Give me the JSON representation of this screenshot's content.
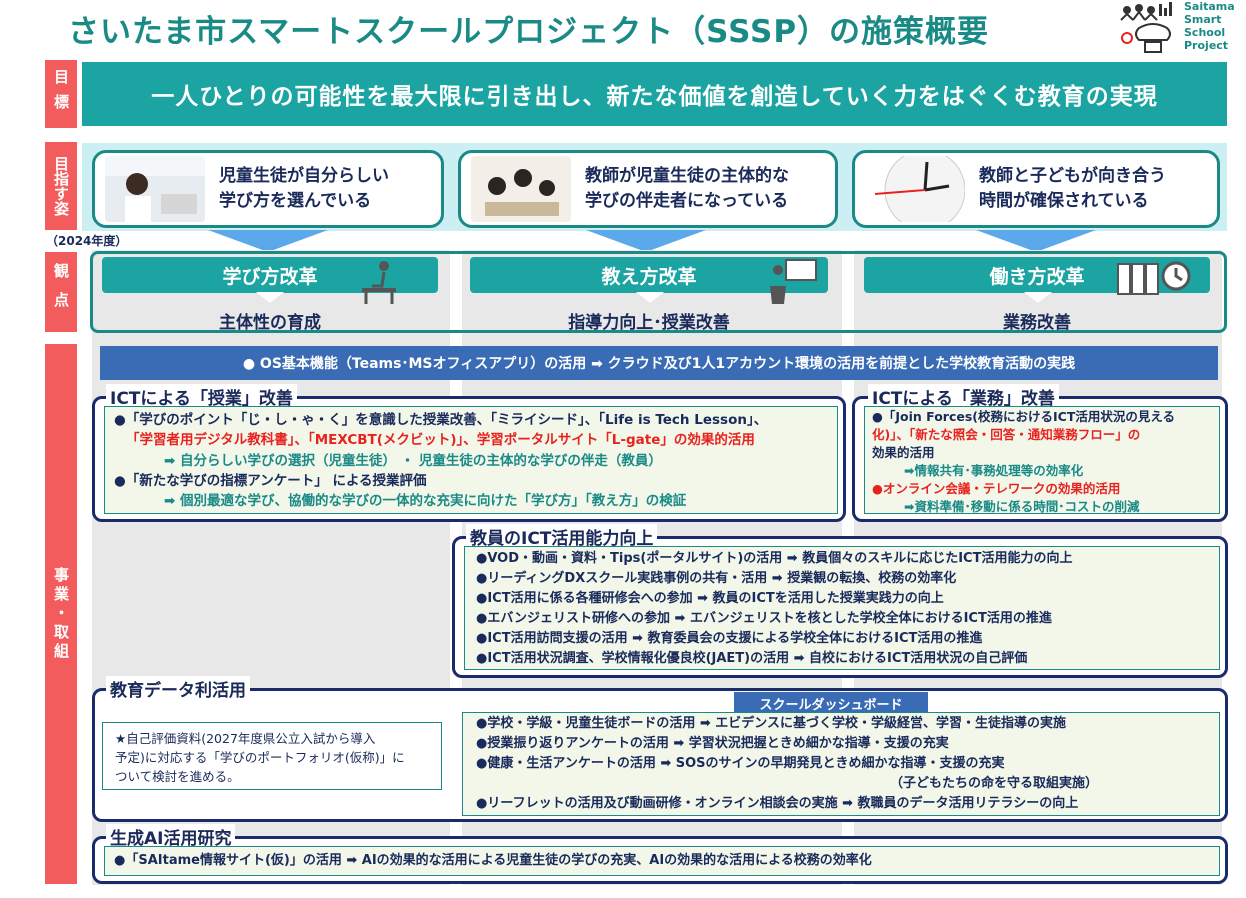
{
  "title": "さいたま市スマートスクールプロジェクト（SSSP）の施策概要",
  "logo": {
    "lines": [
      "Saitama",
      "Smart",
      "School",
      "Project"
    ]
  },
  "tabs": {
    "goal": "目標",
    "vision": "目指す姿",
    "viewpoint": "観点",
    "measures": "事業・取組"
  },
  "goal_text": "一人ひとりの可能性を最大限に引き出し、新たな価値を創造していく力をはぐくむ教育の実現",
  "visions": [
    {
      "line1": "児童生徒が自分らしい",
      "line2": "学び方を選んでいる"
    },
    {
      "line1": "教師が児童生徒の主体的な",
      "line2": "学びの伴走者になっている"
    },
    {
      "line1": "教師と子どもが向き合う",
      "line2": "時間が確保されている"
    }
  ],
  "year_label": "（2024年度）",
  "pillars": [
    {
      "head": "学び方改革",
      "sub": "主体性の育成"
    },
    {
      "head": "教え方改革",
      "sub": "指導力向上･授業改善"
    },
    {
      "head": "働き方改革",
      "sub": "業務改善"
    }
  ],
  "os_bar": "●  OS基本機能（Teams･MSオフィスアプリ）の活用  ➡  クラウド及び1人1アカウント環境の活用を前提とした学校教育活動の実践",
  "class_box": {
    "title": "ICTによる「授業」改善",
    "l1": "●「学びのポイント「じ・し・ゃ・く」を意識した授業改善、「ミライシード」、「Life is Tech Lesson」、",
    "l2": "「学習者用デジタル教科書」、「MEXCBT(メクビット)」、学習ポータルサイト「L-gate」の効果的活用",
    "l3": "➡  自分らしい学びの選択（児童生徒）  ・  児童生徒の主体的な学びの伴走（教員）",
    "l4": "●「新たな学びの指標アンケート」  による授業評価",
    "l5": "➡  個別最適な学び、協働的な学びの一体的な充実に向けた「学び方」「教え方」の検証"
  },
  "work_box": {
    "title": "ICTによる「業務」改善",
    "l1": "●「Join Forces(校務におけるICT活用状況の見える",
    "l2": "化)」、「新たな照会・回答・通知業務フロー」の",
    "l3": "効果的活用",
    "l4": "➡情報共有･事務処理等の効率化",
    "l5": "●オンライン会議・テレワークの効果的活用",
    "l6": "➡資料準備･移動に係る時間･コストの削減"
  },
  "teacher_box": {
    "title": "教員のICT活用能力向上",
    "items": [
      "●VOD・動画・資料・Tips(ポータルサイト)の活用  ➡  教員個々のスキルに応じたICT活用能力の向上",
      "●リーディングDXスクール実践事例の共有・活用  ➡  授業観の転換、校務の効率化",
      "●ICT活用に係る各種研修会への参加  ➡  教員のICTを活用した授業実践力の向上",
      "●エバンジェリスト研修への参加  ➡  エバンジェリストを核とした学校全体におけるICT活用の推進",
      "●ICT活用訪問支援の活用  ➡  教育委員会の支援による学校全体におけるICT活用の推進",
      "●ICT活用状況調査、学校情報化優良校(JAET)の活用  ➡  自校におけるICT活用状況の自己評価"
    ]
  },
  "data_box": {
    "title": "教育データ利活用",
    "dashboard": "スクールダッシュボード",
    "note": [
      "★自己評価資料(2027年度県公立入試から導入",
      "予定)に対応する「学びのポートフォリオ(仮称)」に",
      "ついて検討を進める。"
    ],
    "items": [
      "●学校・学級・児童生徒ボードの活用  ➡  エビデンスに基づく学校・学級経営、学習・生徒指導の実施",
      "●授業振り返りアンケートの活用  ➡  学習状況把握ときめ細かな指導・支援の充実",
      "●健康・生活アンケートの活用  ➡  SOSのサインの早期発見ときめ細かな指導・支援の充実",
      "（子どもたちの命を守る取組実施）",
      "●リーフレットの活用及び動画研修・オンライン相談会の実施  ➡  教職員のデータ活用リテラシーの向上"
    ]
  },
  "ai_box": {
    "title": "生成AI活用研究",
    "line": "●「SAItame情報サイト(仮)」の活用  ➡  AIの効果的な活用による児童生徒の学びの充実、AIの効果的な活用による校務の効率化"
  },
  "colors": {
    "teal": "#1ba4a2",
    "red": "#e8231f",
    "navy": "#1a2a6a",
    "blue": "#3a6cb5",
    "tab": "#f25c5c"
  }
}
